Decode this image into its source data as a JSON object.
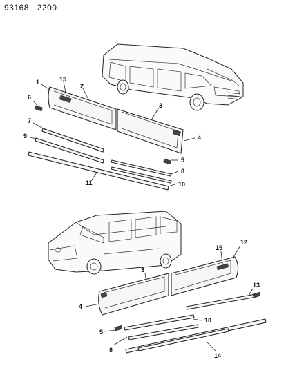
{
  "header": {
    "part_code": "93168",
    "page_code": "2200"
  },
  "callouts": {
    "upper": {
      "c1": "1",
      "c15": "15",
      "c2": "2",
      "c6": "6",
      "c3": "3",
      "c7": "7",
      "c9": "9",
      "c4": "4",
      "c5": "5",
      "c8": "8",
      "c11": "11",
      "c10": "10"
    },
    "lower": {
      "c15": "15",
      "c12": "12",
      "c3": "3",
      "c13": "13",
      "c4": "4",
      "c10": "10",
      "c5": "5",
      "c8": "8",
      "c14": "14"
    }
  }
}
